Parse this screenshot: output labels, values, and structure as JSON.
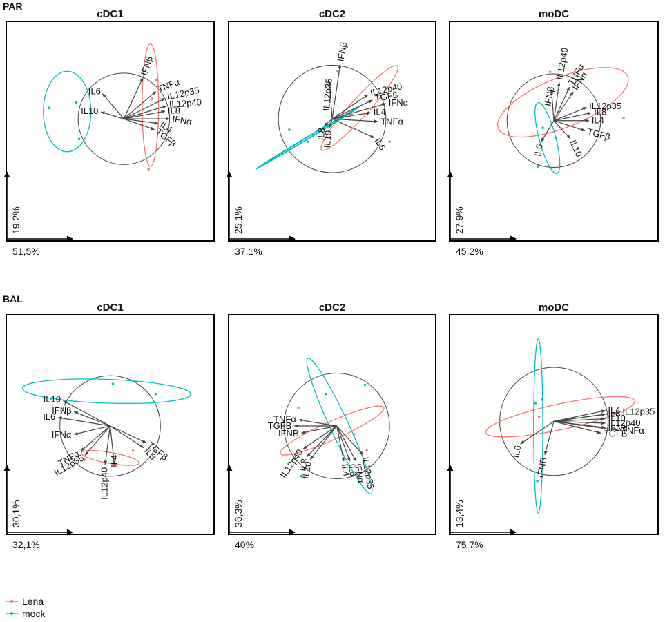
{
  "groups": [
    {
      "label": "PAR"
    },
    {
      "label": "BAL"
    }
  ],
  "legend": [
    {
      "label": "Lena",
      "color": "#F8766D"
    },
    {
      "label": "mock",
      "color": "#00BFC4"
    }
  ],
  "chart_data": [
    {
      "type": "scatter",
      "group": "PAR",
      "title": "cDC1",
      "xlabel": "51,5%",
      "ylabel": "19,2%",
      "xlim": [
        -1,
        1
      ],
      "ylim": [
        -1,
        1
      ],
      "grid": false,
      "circle": {
        "center": [
          0.15,
          0.15
        ],
        "r": 0.5
      },
      "loadings": [
        {
          "name": "IFNβ",
          "x": 0.25,
          "y": 0.54,
          "angle": -72
        },
        {
          "name": "TNFα",
          "x": 0.42,
          "y": 0.36,
          "angle": -20
        },
        {
          "name": "IL12p35",
          "x": 0.54,
          "y": 0.27,
          "angle": -12
        },
        {
          "name": "IL12p40",
          "x": 0.56,
          "y": 0.17,
          "angle": -5
        },
        {
          "name": "IL8",
          "x": 0.54,
          "y": 0.1,
          "angle": 0
        },
        {
          "name": "IFNα",
          "x": 0.6,
          "y": 0.0,
          "angle": 10
        },
        {
          "name": "IL4",
          "x": 0.45,
          "y": -0.06,
          "angle": 35
        },
        {
          "name": "TGFβ",
          "x": 0.4,
          "y": -0.14,
          "angle": 40
        },
        {
          "name": "IL6",
          "x": -0.28,
          "y": 0.33,
          "angle": 0
        },
        {
          "name": "IL10",
          "x": -0.3,
          "y": 0.09,
          "angle": 0
        }
      ],
      "series": [
        {
          "name": "Lena",
          "color": "#F8766D",
          "points": [
            {
              "x": 0.5,
              "y": 0.57
            },
            {
              "x": 0.46,
              "y": 0.37
            },
            {
              "x": 0.42,
              "y": -0.4
            }
          ],
          "ellipse": {
            "cx": 0.44,
            "cy": 0.3,
            "rx": 0.09,
            "ry": 0.67,
            "angle": 0
          }
        },
        {
          "name": "mock",
          "color": "#00BFC4",
          "points": [
            {
              "x": -0.37,
              "y": 0.33
            },
            {
              "x": -0.67,
              "y": 0.27
            },
            {
              "x": -0.34,
              "y": -0.07
            }
          ],
          "ellipse": {
            "cx": -0.47,
            "cy": 0.23,
            "rx": 0.26,
            "ry": 0.44,
            "angle": 0
          }
        }
      ]
    },
    {
      "type": "scatter",
      "group": "PAR",
      "title": "cDC2",
      "xlabel": "37,1%",
      "ylabel": "25,1%",
      "xlim": [
        -1,
        1
      ],
      "ylim": [
        -1,
        1
      ],
      "grid": false,
      "circle": {
        "center": [
          0.0,
          0.15
        ],
        "r": 0.59
      },
      "loadings": [
        {
          "name": "IFNβ",
          "x": 0.09,
          "y": 0.61,
          "angle": -80
        },
        {
          "name": "IL12p35",
          "x": -0.03,
          "y": 0.42,
          "angle": -85
        },
        {
          "name": "IL12p40",
          "x": 0.4,
          "y": 0.27,
          "angle": -12
        },
        {
          "name": "TGFβ",
          "x": 0.45,
          "y": 0.21,
          "angle": -10
        },
        {
          "name": "IFNα",
          "x": 0.6,
          "y": 0.17,
          "angle": 0
        },
        {
          "name": "IL4",
          "x": 0.43,
          "y": 0.07,
          "angle": 0
        },
        {
          "name": "TNFα",
          "x": 0.51,
          "y": -0.03,
          "angle": 0
        },
        {
          "name": "IL6",
          "x": 0.47,
          "y": -0.21,
          "angle": 60
        },
        {
          "name": "IL8",
          "x": -0.09,
          "y": -0.08,
          "angle": -85
        },
        {
          "name": "IL10",
          "x": -0.03,
          "y": -0.1,
          "angle": -85
        }
      ],
      "series": [
        {
          "name": "Lena",
          "color": "#F8766D",
          "points": [
            {
              "x": 0.06,
              "y": 0.67
            },
            {
              "x": 0.21,
              "y": 0.2
            },
            {
              "x": 0.63,
              "y": -0.1
            }
          ],
          "ellipse": {
            "cx": 0.3,
            "cy": 0.27,
            "rx": 0.62,
            "ry": 0.1,
            "angle": 48
          }
        },
        {
          "name": "mock",
          "color": "#00BFC4",
          "points": [
            {
              "x": -0.47,
              "y": 0.03
            },
            {
              "x": -0.27,
              "y": -0.1
            }
          ],
          "ellipse": {
            "cx": -0.27,
            "cy": -0.06,
            "rx": 0.66,
            "ry": 0.01,
            "angle": 31
          }
        }
      ]
    },
    {
      "type": "scatter",
      "group": "PAR",
      "title": "moDC",
      "xlabel": "45,2%",
      "ylabel": "27,9%",
      "xlim": [
        -1,
        1
      ],
      "ylim": [
        -1,
        1
      ],
      "grid": false,
      "circle": {
        "center": [
          0.0,
          0.13
        ],
        "r": 0.51
      },
      "loadings": [
        {
          "name": "IL12p40",
          "x": 0.07,
          "y": 0.49,
          "angle": -80
        },
        {
          "name": "IFNβ",
          "x": -0.03,
          "y": 0.4,
          "angle": -80
        },
        {
          "name": "TNFα",
          "x": 0.2,
          "y": 0.43,
          "angle": -60
        },
        {
          "name": "IFNα",
          "x": 0.25,
          "y": 0.37,
          "angle": -58
        },
        {
          "name": "IL12p35",
          "x": 0.42,
          "y": 0.17,
          "angle": 0
        },
        {
          "name": "IL8",
          "x": 0.48,
          "y": 0.1,
          "angle": 0
        },
        {
          "name": "IL4",
          "x": 0.45,
          "y": 0.0,
          "angle": 0
        },
        {
          "name": "TGFβ",
          "x": 0.4,
          "y": -0.13,
          "angle": 15
        },
        {
          "name": "IL10",
          "x": 0.21,
          "y": -0.23,
          "angle": 65
        },
        {
          "name": "IL6",
          "x": -0.16,
          "y": -0.27,
          "angle": -80
        }
      ],
      "series": [
        {
          "name": "Lena",
          "color": "#F8766D",
          "points": [
            {
              "x": -0.04,
              "y": 0.66
            },
            {
              "x": 0.03,
              "y": 0.17
            },
            {
              "x": 0.76,
              "y": 0.16
            }
          ],
          "ellipse": {
            "cx": 0.1,
            "cy": 0.33,
            "rx": 0.76,
            "ry": 0.27,
            "angle": 22
          }
        },
        {
          "name": "mock",
          "color": "#00BFC4",
          "points": [
            {
              "x": -0.12,
              "y": 0.05
            },
            {
              "x": 0.02,
              "y": -0.06
            },
            {
              "x": -0.17,
              "y": -0.37
            }
          ],
          "ellipse": {
            "cx": -0.07,
            "cy": -0.06,
            "rx": 0.09,
            "ry": 0.4,
            "angle": 15
          }
        }
      ]
    },
    {
      "type": "scatter",
      "group": "BAL",
      "title": "cDC1",
      "xlabel": "32,1%",
      "ylabel": "30,1%",
      "xlim": [
        -1,
        1
      ],
      "ylim": [
        -1,
        1
      ],
      "grid": false,
      "circle": {
        "center": [
          0.0,
          0.0
        ],
        "r": 0.55
      },
      "loadings": [
        {
          "name": "IL10",
          "x": -0.56,
          "y": 0.3,
          "angle": 0
        },
        {
          "name": "IFNβ",
          "x": -0.43,
          "y": 0.17,
          "angle": 0
        },
        {
          "name": "IL6",
          "x": -0.62,
          "y": 0.1,
          "angle": 0
        },
        {
          "name": "IFNα",
          "x": -0.43,
          "y": -0.1,
          "angle": 0
        },
        {
          "name": "TNFα",
          "x": -0.35,
          "y": -0.3,
          "angle": -30
        },
        {
          "name": "IL12p35",
          "x": -0.3,
          "y": -0.35,
          "angle": -30
        },
        {
          "name": "IL12p40",
          "x": -0.06,
          "y": -0.46,
          "angle": -90
        },
        {
          "name": "IL4",
          "x": 0.05,
          "y": -0.46,
          "angle": -90
        },
        {
          "name": "IL8",
          "x": 0.4,
          "y": -0.26,
          "angle": 50
        },
        {
          "name": "TGFβ",
          "x": 0.43,
          "y": -0.2,
          "angle": 40
        }
      ],
      "series": [
        {
          "name": "Lena",
          "color": "#F8766D",
          "points": [
            {
              "x": 0.25,
              "y": -0.27
            },
            {
              "x": -0.28,
              "y": -0.37
            },
            {
              "x": 0.07,
              "y": -0.43
            }
          ],
          "ellipse": {
            "cx": 0.0,
            "cy": -0.35,
            "rx": 0.32,
            "ry": 0.06,
            "angle": -10
          }
        },
        {
          "name": "mock",
          "color": "#00BFC4",
          "points": [
            {
              "x": 0.03,
              "y": 0.46
            },
            {
              "x": 0.5,
              "y": 0.35
            },
            {
              "x": -0.65,
              "y": 0.3
            }
          ],
          "ellipse": {
            "cx": -0.04,
            "cy": 0.38,
            "rx": 0.92,
            "ry": 0.13,
            "angle": -2
          }
        }
      ]
    },
    {
      "type": "scatter",
      "group": "BAL",
      "title": "cDC2",
      "xlabel": "40%",
      "ylabel": "36,3%",
      "xlim": [
        -1,
        1
      ],
      "ylim": [
        -1,
        1
      ],
      "grid": false,
      "circle": {
        "center": [
          0.05,
          0.0
        ],
        "r": 0.58
      },
      "loadings": [
        {
          "name": "TNFα",
          "x": -0.43,
          "y": 0.07,
          "angle": 0
        },
        {
          "name": "TGFB",
          "x": -0.48,
          "y": 0.0,
          "angle": 0
        },
        {
          "name": "IFNB",
          "x": -0.4,
          "y": -0.08,
          "angle": 0
        },
        {
          "name": "IL12p40",
          "x": -0.38,
          "y": -0.26,
          "angle": -55
        },
        {
          "name": "IL10",
          "x": -0.3,
          "y": -0.38,
          "angle": -80
        },
        {
          "name": "IL8",
          "x": -0.34,
          "y": -0.35,
          "angle": -80
        },
        {
          "name": "IL12p35",
          "x": 0.3,
          "y": -0.33,
          "angle": 80
        },
        {
          "name": "IFNα",
          "x": 0.22,
          "y": -0.4,
          "angle": 80
        },
        {
          "name": "IL6",
          "x": 0.15,
          "y": -0.4,
          "angle": 80
        },
        {
          "name": "IL4",
          "x": 0.08,
          "y": -0.4,
          "angle": 80
        }
      ],
      "series": [
        {
          "name": "Lena",
          "color": "#F8766D",
          "points": [
            {
              "x": -0.37,
              "y": 0.2
            },
            {
              "x": 0.24,
              "y": -0.09
            },
            {
              "x": 0.38,
              "y": -0.27
            }
          ],
          "ellipse": {
            "cx": 0.0,
            "cy": -0.05,
            "rx": 0.62,
            "ry": 0.1,
            "angle": 24
          }
        },
        {
          "name": "mock",
          "color": "#00BFC4",
          "points": [
            {
              "x": 0.36,
              "y": 0.45
            },
            {
              "x": -0.07,
              "y": 0.35
            },
            {
              "x": -0.34,
              "y": -0.55
            }
          ],
          "ellipse": {
            "cx": 0.08,
            "cy": 0.0,
            "rx": 0.1,
            "ry": 0.82,
            "angle": 25
          }
        }
      ]
    },
    {
      "type": "scatter",
      "group": "BAL",
      "title": "moDC",
      "xlabel": "75,7%",
      "ylabel": "13,4%",
      "xlim": [
        -1,
        1
      ],
      "ylim": [
        -1,
        1
      ],
      "grid": false,
      "circle": {
        "center": [
          0.0,
          0.05
        ],
        "r": 0.59
      },
      "loadings": [
        {
          "name": "IL4",
          "x": 0.57,
          "y": 0.12,
          "angle": 0
        },
        {
          "name": "IL8",
          "x": 0.57,
          "y": 0.08,
          "angle": 0
        },
        {
          "name": "IL12p35",
          "x": 0.73,
          "y": 0.1,
          "angle": 0
        },
        {
          "name": "IL10",
          "x": 0.57,
          "y": 0.03,
          "angle": 0
        },
        {
          "name": "IL12p40",
          "x": 0.57,
          "y": -0.02,
          "angle": 0
        },
        {
          "name": "IFNα",
          "x": 0.57,
          "y": -0.07,
          "angle": 0
        },
        {
          "name": "TNFα",
          "x": 0.72,
          "y": -0.1,
          "angle": 0
        },
        {
          "name": "TGFB",
          "x": 0.52,
          "y": -0.13,
          "angle": 0
        },
        {
          "name": "IL6",
          "x": -0.37,
          "y": -0.25,
          "angle": -80
        },
        {
          "name": "IFNB",
          "x": -0.1,
          "y": -0.37,
          "angle": -80
        }
      ],
      "series": [
        {
          "name": "Lena",
          "color": "#F8766D",
          "points": [
            {
              "x": -0.2,
              "y": 0.25
            },
            {
              "x": -0.16,
              "y": 0.1
            },
            {
              "x": 0.8,
              "y": 0.05
            }
          ],
          "ellipse": {
            "cx": 0.07,
            "cy": 0.1,
            "rx": 0.83,
            "ry": 0.14,
            "angle": 12
          }
        },
        {
          "name": "mock",
          "color": "#00BFC4",
          "points": [
            {
              "x": -0.13,
              "y": 0.29
            },
            {
              "x": -0.2,
              "y": 0.25
            },
            {
              "x": -0.18,
              "y": -0.6
            }
          ],
          "ellipse": {
            "cx": -0.17,
            "cy": 0.0,
            "rx": 0.05,
            "ry": 0.95,
            "angle": 0
          }
        }
      ]
    }
  ]
}
